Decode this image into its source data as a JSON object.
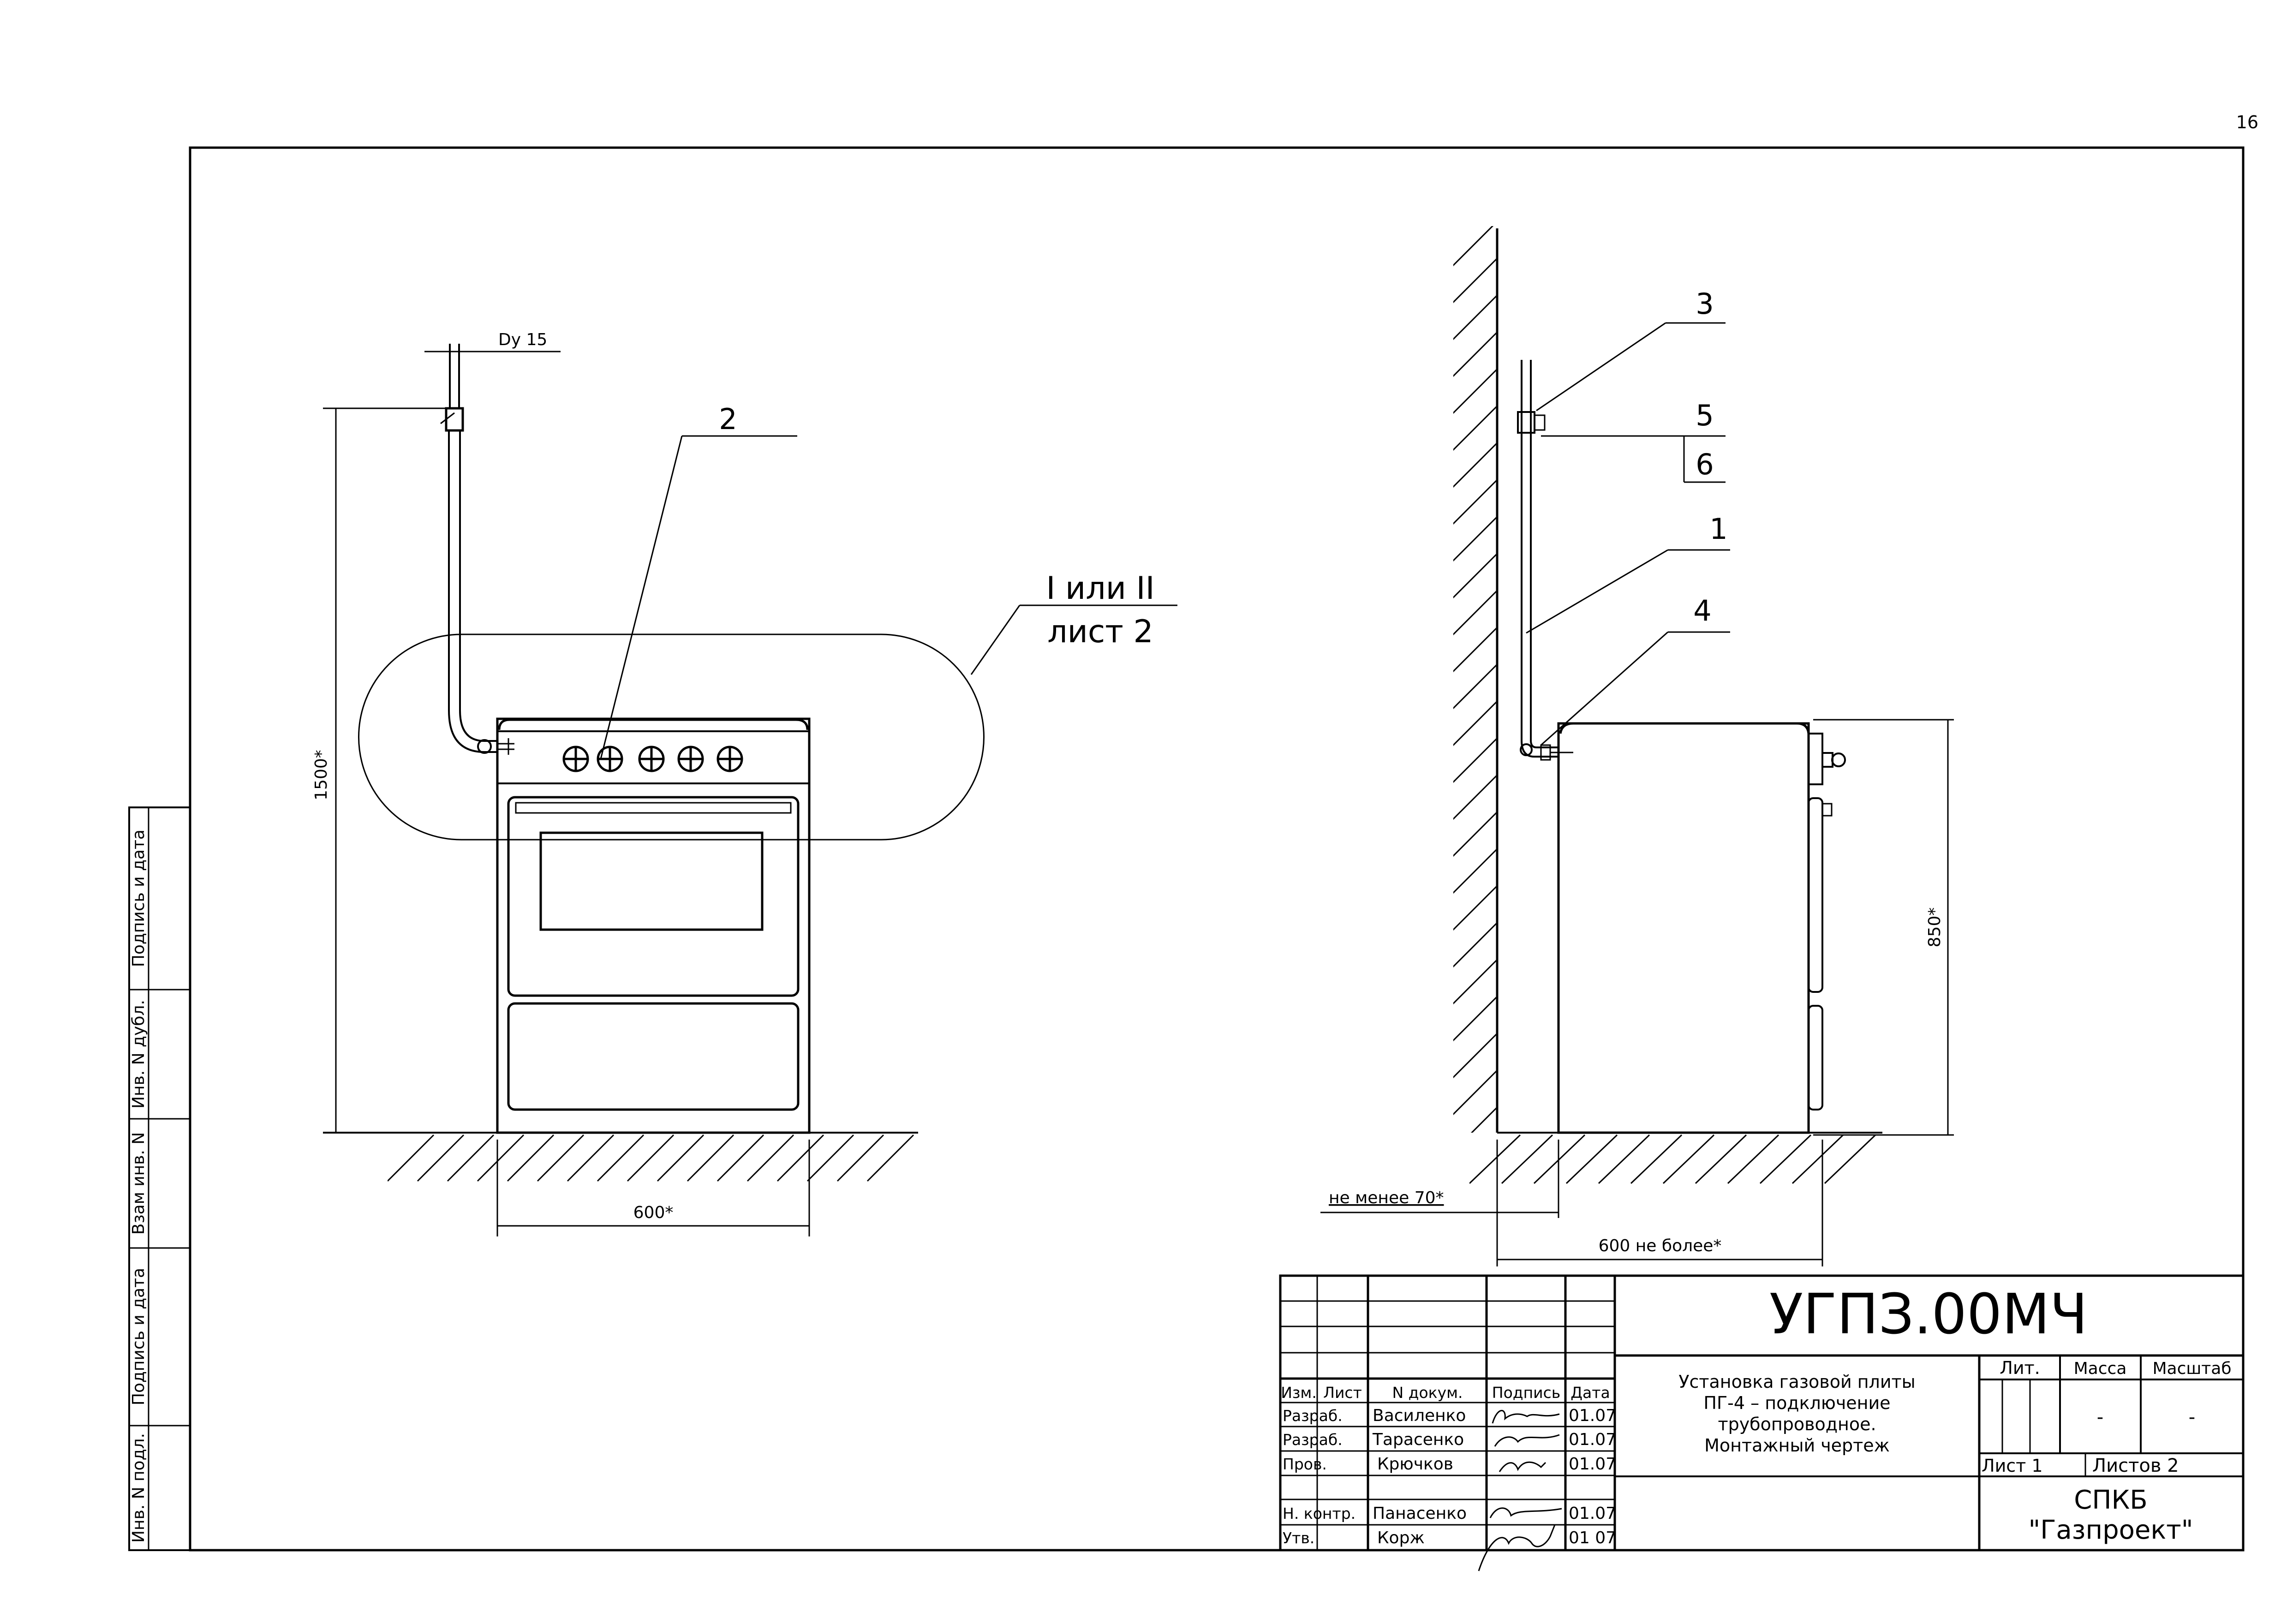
{
  "page_number": "16",
  "side_strip": [
    "Инв. N подл.",
    "Подпись и дата",
    "Взам инв. N",
    "Инв. N дубл.",
    "Подпись и дата"
  ],
  "front_view": {
    "pipe_label": "Dy 15",
    "height_dim": "1500*",
    "width_dim": "600*",
    "callout_2": "2",
    "detail_ref_line1": "I или II",
    "detail_ref_line2": "лист 2"
  },
  "side_view": {
    "callout_1": "1",
    "callout_3": "3",
    "callout_4": "4",
    "callout_5": "5",
    "callout_6": "6",
    "height_dim": "850*",
    "wall_gap_dim": "не менее 70*",
    "depth_dim": "600 не более*"
  },
  "title_block": {
    "code": "УГПЗ.00МЧ",
    "title_lines": [
      "Установка газовой плиты",
      "ПГ-4 – подключение",
      "трубопроводное.",
      "Монтажный чертеж"
    ],
    "headers": {
      "izm": "Изм.",
      "list": "Лист",
      "doc": "N докум.",
      "sign": "Подпись",
      "date": "Дата",
      "lit": "Лит.",
      "mass": "Масса",
      "scale": "Масштаб"
    },
    "mass_value": "-",
    "scale_value": "-",
    "sheet": "Лист 1",
    "sheets": "Листов 2",
    "org_line1": "СПКБ",
    "org_line2": "\"Газпроект\"",
    "rows": [
      {
        "role": "Разраб.",
        "name": "Василенко",
        "date": "01.07"
      },
      {
        "role": "Разраб.",
        "name": "Тарасенко",
        "date": "01.07"
      },
      {
        "role": "Пров.",
        "name": "Крючков",
        "date": "01.07"
      },
      {
        "role": "Н. контр.",
        "name": "Панасенко",
        "date": "01.07"
      },
      {
        "role": "Утв.",
        "name": "Корж",
        "date": "01 07"
      }
    ]
  }
}
